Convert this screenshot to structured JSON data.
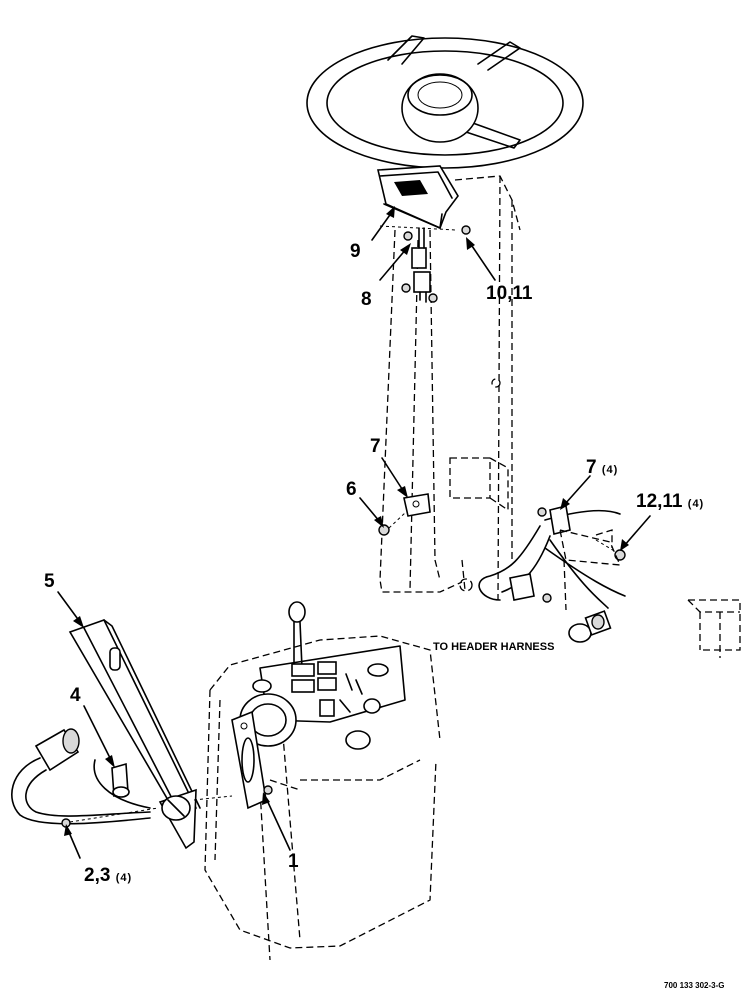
{
  "callouts": {
    "c9": "9",
    "c8": "8",
    "c10_11": "10,11",
    "c7_left": "7",
    "c6": "6",
    "c7_right": "7",
    "c7_right_qty": "(4)",
    "c12_11": "12,11",
    "c12_11_qty": "(4)",
    "c5": "5",
    "c4": "4",
    "c1": "1",
    "c2_3": "2,3",
    "c2_3_qty": "(4)"
  },
  "note_header_harness": "TO HEADER HARNESS",
  "drawing_ref": "700 133 302-3-G"
}
